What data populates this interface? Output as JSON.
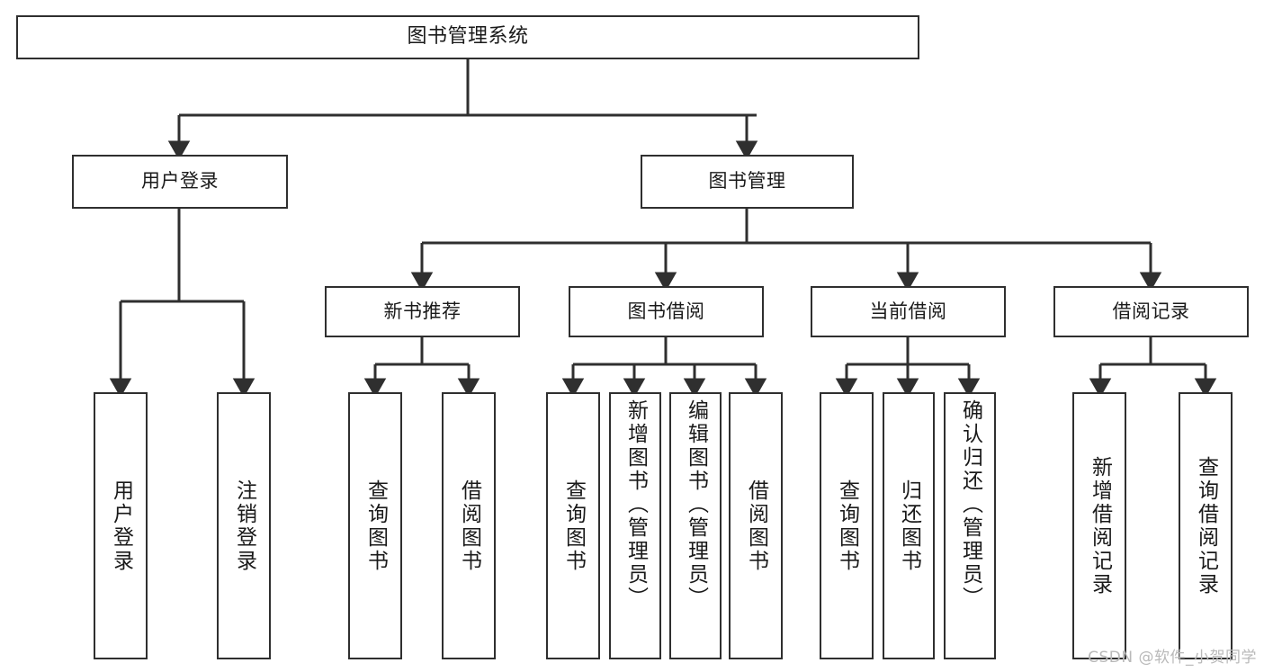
{
  "diagram": {
    "type": "tree",
    "title": "图书管理系统",
    "background_color": "#ffffff",
    "border_color": "#2f2f2f",
    "text_color": "#1a1a1a",
    "root": {
      "id": "root",
      "label": "图书管理系统"
    },
    "level2": [
      {
        "id": "user-login",
        "label": "用户登录"
      },
      {
        "id": "book-manage",
        "label": "图书管理"
      }
    ],
    "level3": [
      {
        "id": "new-book-recommend",
        "label": "新书推荐",
        "parent": "book-manage"
      },
      {
        "id": "book-borrow",
        "label": "图书借阅",
        "parent": "book-manage"
      },
      {
        "id": "current-borrow",
        "label": "当前借阅",
        "parent": "book-manage"
      },
      {
        "id": "borrow-record",
        "label": "借阅记录",
        "parent": "book-manage"
      }
    ],
    "leaves": [
      {
        "id": "leaf-user-login",
        "label": "用户登录",
        "parent": "user-login"
      },
      {
        "id": "leaf-user-logout",
        "label": "注销登录",
        "parent": "user-login"
      },
      {
        "id": "leaf-query-book-1",
        "label": "查询图书",
        "parent": "new-book-recommend"
      },
      {
        "id": "leaf-borrow-book-1",
        "label": "借阅图书",
        "parent": "new-book-recommend"
      },
      {
        "id": "leaf-query-book-2",
        "label": "查询图书",
        "parent": "book-borrow"
      },
      {
        "id": "leaf-add-book",
        "label": "新增图书（管理员）",
        "parent": "book-borrow"
      },
      {
        "id": "leaf-edit-book",
        "label": "编辑图书（管理员）",
        "parent": "book-borrow"
      },
      {
        "id": "leaf-borrow-book-2",
        "label": "借阅图书",
        "parent": "book-borrow"
      },
      {
        "id": "leaf-query-book-3",
        "label": "查询图书",
        "parent": "current-borrow"
      },
      {
        "id": "leaf-return-book",
        "label": "归还图书",
        "parent": "current-borrow"
      },
      {
        "id": "leaf-confirm-return",
        "label": "确认归还（管理员）",
        "parent": "current-borrow"
      },
      {
        "id": "leaf-add-record",
        "label": "新增借阅记录",
        "parent": "borrow-record"
      },
      {
        "id": "leaf-query-record",
        "label": "查询借阅记录",
        "parent": "borrow-record"
      }
    ]
  },
  "watermark": {
    "text": "CSDN @软件_小贺同学"
  }
}
